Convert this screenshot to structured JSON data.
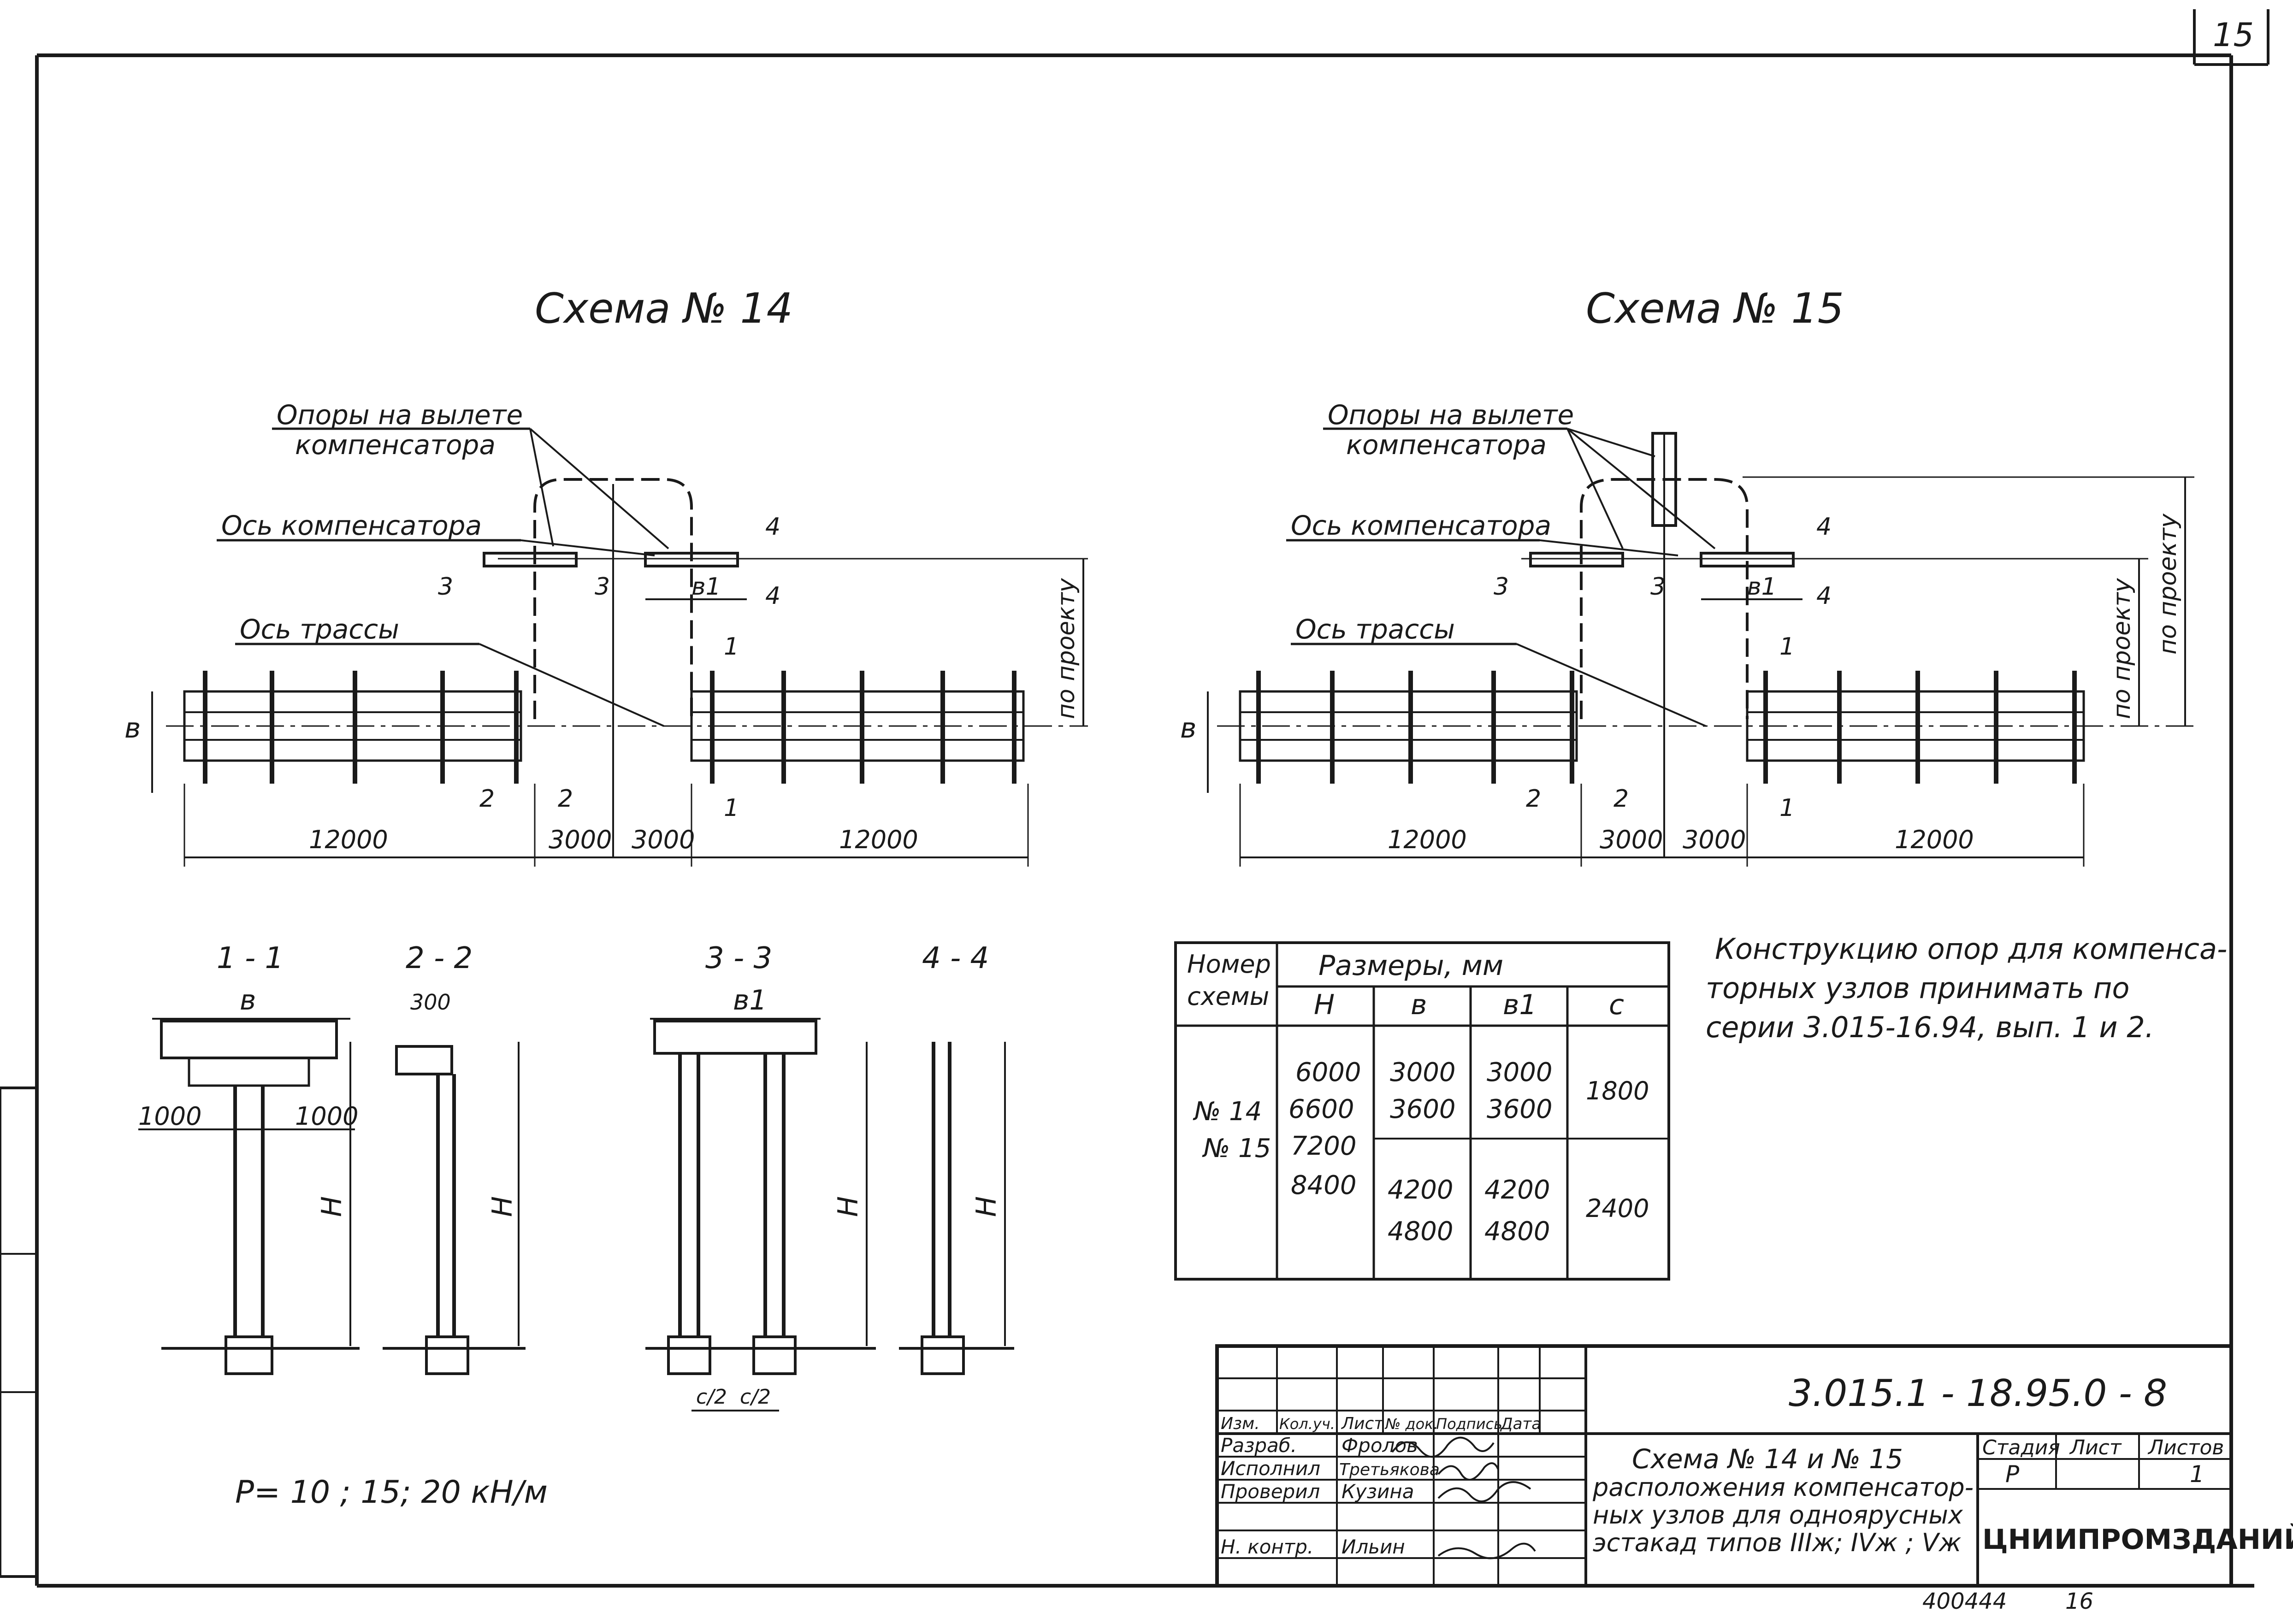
{
  "sheet": {
    "page_number": "15",
    "bottom_numbers": [
      "400444",
      "16"
    ]
  },
  "scheme14": {
    "title": "Схема № 14",
    "label_supports_line1": "Опоры на вылете",
    "label_supports_line2": "компенсатора",
    "label_comp_axis": "Ось компенсатора",
    "label_route_axis": "Ось трассы",
    "dim_b": "в",
    "dim_b1": "в1",
    "dim_project": "по проекту",
    "dims": [
      "12000",
      "3000",
      "3000",
      "12000"
    ],
    "cut_marks": [
      "1",
      "1",
      "2",
      "2",
      "3",
      "3",
      "4",
      "4"
    ]
  },
  "scheme15": {
    "title": "Схема № 15",
    "label_supports_line1": "Опоры на вылете",
    "label_supports_line2": "компенсатора",
    "label_comp_axis": "Ось компенсатора",
    "label_route_axis": "Ось трассы",
    "dim_b": "в",
    "dim_b1": "в1",
    "dim_project": "по проекту",
    "dim_project2": "по проекту",
    "dims": [
      "12000",
      "3000",
      "3000",
      "12000"
    ],
    "cut_marks": [
      "1",
      "1",
      "2",
      "2",
      "3",
      "3",
      "4",
      "4"
    ]
  },
  "sections": {
    "s11": {
      "title": "1 - 1",
      "b": "в",
      "left": "1000",
      "right": "1000",
      "h": "H"
    },
    "s22": {
      "title": "2 - 2",
      "top": "300",
      "h": "H"
    },
    "s33": {
      "title": "3 - 3",
      "b1": "в1",
      "c1": "с/2",
      "c2": "с/2",
      "h": "H"
    },
    "s44": {
      "title": "4 - 4",
      "h": "H"
    }
  },
  "load_note": "P= 10 ; 15; 20 кН/м",
  "note": {
    "line1": "Конструкцию опор для компенса-",
    "line2": "торных узлов принимать по",
    "line3": "серии 3.015-16.94, вып. 1 и 2."
  },
  "dims_table": {
    "col_scheme": "Номер схемы",
    "col_scheme_l1": "Номер",
    "col_scheme_l2": "схемы",
    "group_header": "Размеры, мм",
    "col_h": "H",
    "col_b": "в",
    "col_b1": "в1",
    "col_c": "с",
    "schemes": [
      "№ 14",
      "№ 15"
    ],
    "h_values": [
      "6000",
      "6600",
      "7200",
      "8400"
    ],
    "b_values_1": [
      "3000",
      "3600"
    ],
    "b1_values_1": [
      "3000",
      "3600"
    ],
    "c_value_1": "1800",
    "b_values_2": [
      "4200",
      "4800"
    ],
    "b1_values_2": [
      "4200",
      "4800"
    ],
    "c_value_2": "2400"
  },
  "title_block": {
    "code": "3.015.1 - 18.95.0 - 8",
    "header_cells": [
      "Изм.",
      "Кол.уч.",
      "Лист",
      "№ док.",
      "Подпись",
      "Дата"
    ],
    "rows": [
      {
        "role": "Разраб.",
        "name": "Фролов"
      },
      {
        "role": "Исполнил",
        "name": "Третьякова"
      },
      {
        "role": "Проверил",
        "name": "Кузина"
      },
      {
        "role": "Н. контр.",
        "name": "Ильин"
      }
    ],
    "description_line1": "Схема № 14 и № 15",
    "description_line2": "расположения компенсатор-",
    "description_line3": "ных узлов для одноярусных",
    "description_line4": "эстакад типов IIIж; IVж ; Vж",
    "stage_label": "Стадия",
    "sheet_label": "Лист",
    "sheets_label": "Листов",
    "stage_value": "Р",
    "sheet_value": "",
    "sheets_value": "1",
    "organization": "ЦНИИПРОМЗДАНИЙ"
  }
}
